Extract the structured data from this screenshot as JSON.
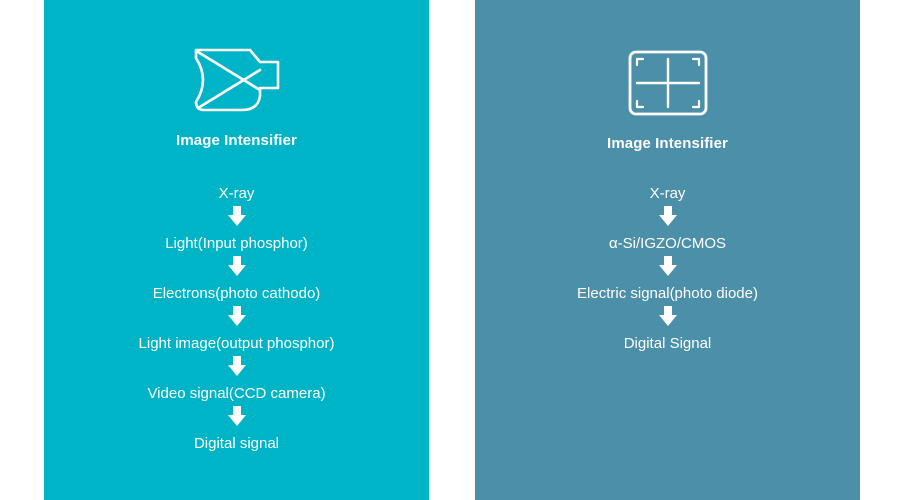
{
  "colors": {
    "left_panel": "#00b4c8",
    "right_panel": "#4b8fa9",
    "foreground": "#ffffff"
  },
  "panels": [
    {
      "icon": "image-intensifier-tube-icon",
      "title": "Image Intensifier",
      "steps": [
        "X-ray",
        "Light(Input phosphor)",
        "Electrons(photo cathodo)",
        "Light image(output phosphor)",
        "Video signal(CCD camera)",
        "Digital signal"
      ]
    },
    {
      "icon": "flat-panel-detector-icon",
      "title": "Image Intensifier",
      "steps": [
        "X-ray",
        "α-Si/IGZO/CMOS",
        "Electric signal(photo diode)",
        "Digital Signal"
      ]
    }
  ]
}
